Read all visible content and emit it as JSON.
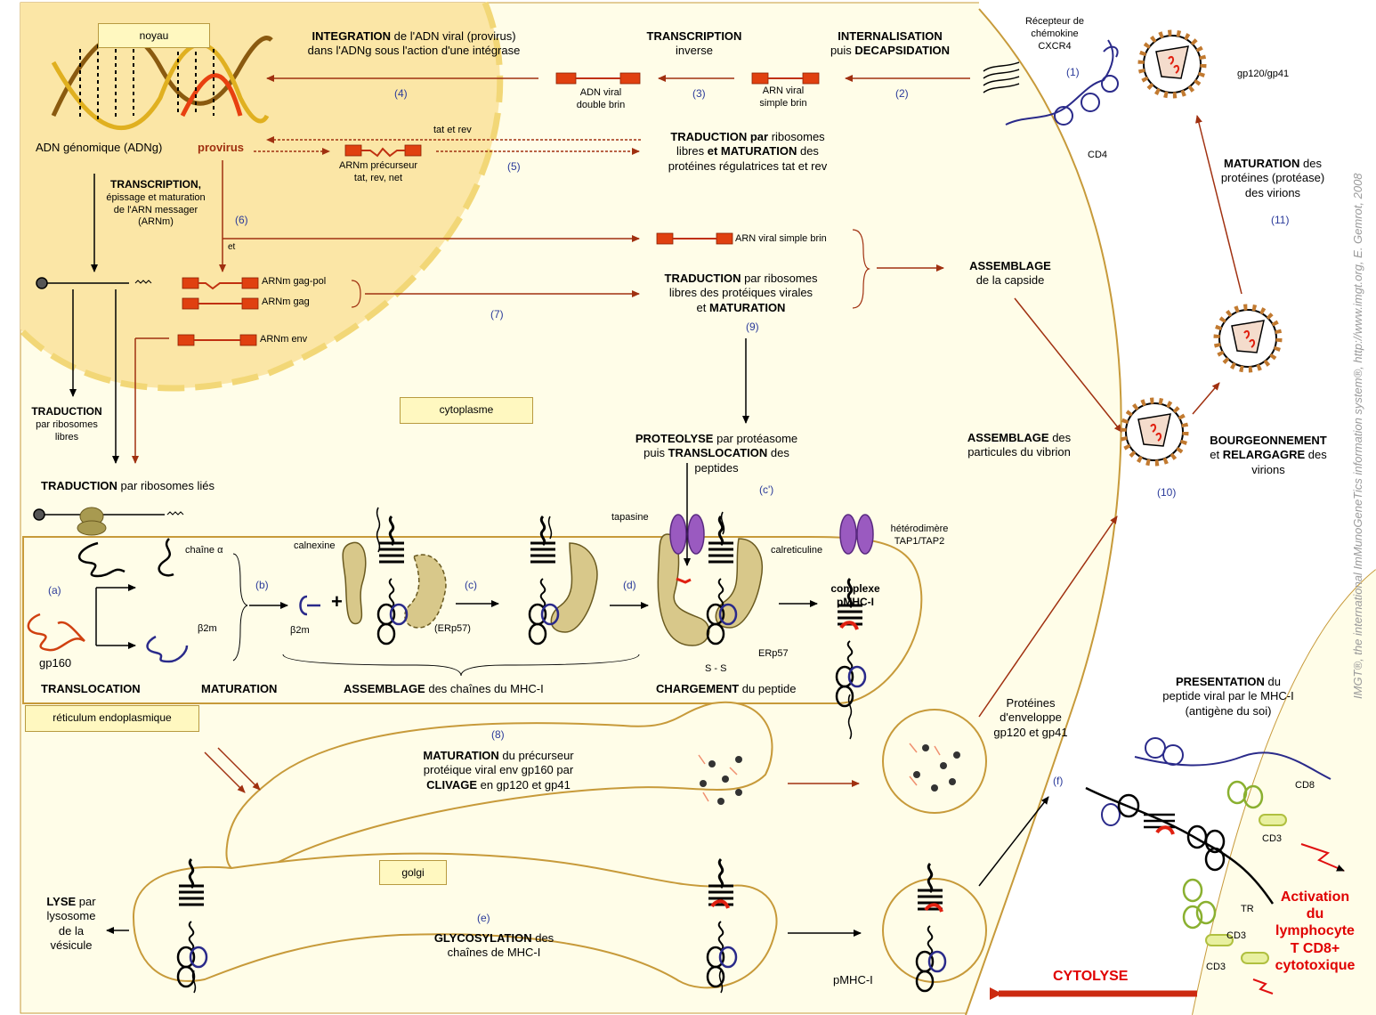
{
  "colors": {
    "nucleus": "#fbe6a6",
    "cytoplasm": "#fffde8",
    "membrane": "#c79a3a",
    "arrow": "#a03010",
    "mrna": "#e04010",
    "accent_text": "#e00000",
    "num_text": "#2a3a9a"
  },
  "compartments": {
    "noyau": "noyau",
    "cytoplasme": "cytoplasme",
    "reticulum": "réticulum endoplasmique",
    "golgi": "golgi"
  },
  "nucleus": {
    "adng": "ADN génomique (ADNg)",
    "provirus": "provirus",
    "integration_b": "INTEGRATION",
    "integration_r1": " de l'ADN viral (provirus)",
    "integration_r2": "dans l'ADNg sous l'action d'une intégrase",
    "n4": "(4)",
    "n5": "(5)",
    "n6": "(6)",
    "n7": "(7)",
    "tat_rev": "tat et rev",
    "arnm_prec": "ARNm précurseur",
    "arnm_prec2": "tat, rev, net",
    "transc_b": "TRANSCRIPTION,",
    "transc_r1": "épissage et maturation",
    "transc_r2": "de l'ARN messager",
    "transc_r3": "(ARNm)",
    "et": "et",
    "gagpol": "ARNm gag-pol",
    "gag": "ARNm gag",
    "env": "ARNm env"
  },
  "entry": {
    "rt_b": "TRANSCRIPTION",
    "rt_r": "inverse",
    "int_b": "INTERNALISATION",
    "int_r1": "puis ",
    "int_b2": "DECAPSIDATION",
    "adn_viral": "ADN viral",
    "double_brin": "double brin",
    "arn_viral": "ARN viral",
    "simple_brin": "simple brin",
    "n3": "(3)",
    "n2": "(2)",
    "n1": "(1)",
    "recepteur1": "Récepteur de",
    "recepteur2": "chémokine",
    "recepteur3": "CXCR4",
    "cd4": "CD4",
    "gp120": "gp120/gp41"
  },
  "translation": {
    "t5_b": "TRADUCTION par",
    "t5_r1": " ribosomes",
    "t5_r2": "libres ",
    "t5_b2": "et MATURATION",
    "t5_r3": " des",
    "t5_r4": "protéines régulatrices tat et rev",
    "arn_sb": "ARN viral simple brin",
    "t7_b": "TRADUCTION",
    "t7_r1": " par ribosomes",
    "t7_r2": "libres des protéiques virales",
    "t7_r3": "et ",
    "t7_b2": "MATURATION",
    "n9": "(9)",
    "ass_cap_b": "ASSEMBLAGE",
    "ass_cap_r": "de la capside",
    "trad_libres_b": "TRADUCTION",
    "trad_libres_r1": "par ribosomes",
    "trad_libres_r2": "libres",
    "trad_lies_b": "TRADUCTION",
    "trad_lies_r": " par ribosomes liés",
    "proteo_b": "PROTEOLYSE",
    "proteo_r1": " par protéasome",
    "proteo_r2": "puis ",
    "proteo_b2": "TRANSLOCATION",
    "proteo_r3": " des",
    "proteo_r4": "peptides",
    "cprime": "(c')"
  },
  "virion": {
    "mat_b": "MATURATION",
    "mat_r1": " des",
    "mat_r2": "protéines (protéase)",
    "mat_r3": "des virions",
    "n11": "(11)",
    "ass_vir_b": "ASSEMBLAGE",
    "ass_vir_r1": " des",
    "ass_vir_r2": "particules du vibrion",
    "bourg_b": "BOURGEONNEMENT",
    "bourg_r1": "et ",
    "bourg_b2": "RELARGAGRE",
    "bourg_r2": " des",
    "bourg_r3": "virions",
    "n10": "(10)"
  },
  "er": {
    "chaine_a": "chaîne α",
    "a": "(a)",
    "gp160": "gp160",
    "b2m1": "β2m",
    "b": "(b)",
    "b2m2": "β2m",
    "plus": "+",
    "calnexine": "calnexine",
    "erp57a": "(ERp57)",
    "c": "(c)",
    "d": "(d)",
    "tapasine": "tapasine",
    "calreticuline": "calreticuline",
    "tap1": "hétérodimère",
    "tap2": "TAP1/TAP2",
    "complexe1": "complexe",
    "complexe2": "pMHC-I",
    "erp57b": "ERp57",
    "ss": "S - S",
    "translocation": "TRANSLOCATION",
    "maturation": "MATURATION",
    "assemblage_b": "ASSEMBLAGE",
    "assemblage_r": " des chaînes du  MHC-I",
    "chargement_b": "CHARGEMENT",
    "chargement_r": " du  peptide"
  },
  "golgi": {
    "n8": "(8)",
    "mat_b": "MATURATION",
    "mat_r1": " du précurseur",
    "mat_r2": "protéique viral env gp160 par",
    "clivage_b": "CLIVAGE",
    "clivage_r": " en gp120 et gp41",
    "prot1": "Protéines",
    "prot2": "d'enveloppe",
    "prot3": "gp120 et gp41",
    "e": "(e)",
    "glyco_b": "GLYCOSYLATION",
    "glyco_r1": " des",
    "glyco_r2": "chaînes de MHC-I",
    "lyse_b": "LYSE",
    "lyse_r1": " par",
    "lyse_r2": "lysosome",
    "lyse_r3": "de la",
    "lyse_r4": "vésicule",
    "pmhc": "pMHC-I"
  },
  "tcell": {
    "pres_b": "PRESENTATION",
    "pres_r1": " du",
    "pres_r2": "peptide viral par le MHC-I",
    "pres_r3": "(antigène du soi)",
    "f": "(f)",
    "cd8": "CD8",
    "cd3a": "CD3",
    "tr": "TR",
    "cd3b": "CD3",
    "cd3c": "CD3",
    "activation": "Activation",
    "du": "du",
    "lymph": "lymphocyte",
    "tcd8": "T CD8+",
    "cytotox": "cytotoxique",
    "cytolyse": "CYTOLYSE"
  },
  "credit": "IMGT®, the international ImMunoGeneTics information system®, http://www.imgt.org, E. Gemrot, 2008"
}
